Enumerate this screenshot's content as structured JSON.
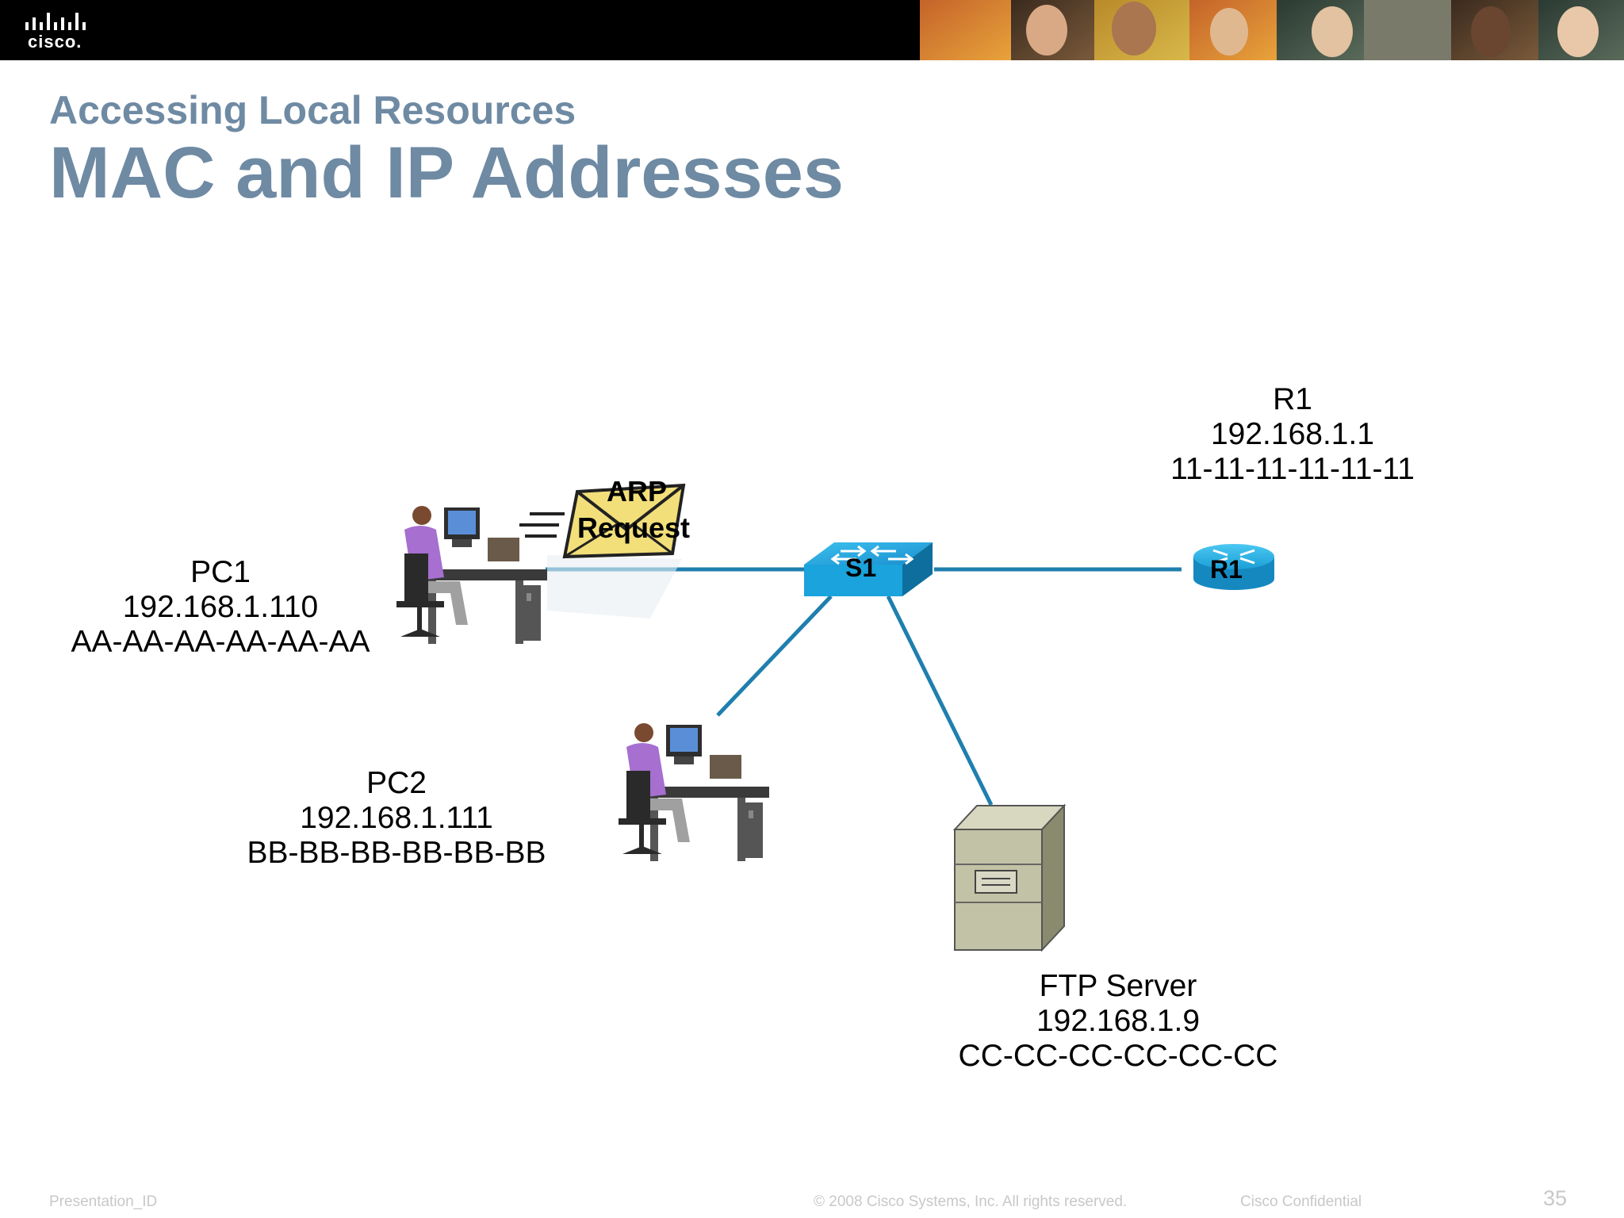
{
  "header": {
    "logo_text": "cisco.",
    "subtitle": "Accessing Local Resources",
    "title": "MAC and IP Addresses"
  },
  "devices": {
    "pc1": {
      "name": "PC1",
      "ip": "192.168.1.110",
      "mac": "AA-AA-AA-AA-AA-AA"
    },
    "pc2": {
      "name": "PC2",
      "ip": "192.168.1.111",
      "mac": "BB-BB-BB-BB-BB-BB"
    },
    "r1": {
      "name": "R1",
      "ip": "192.168.1.1",
      "mac": "11-11-11-11-11-11",
      "icon_label": "R1"
    },
    "s1": {
      "icon_label": "S1"
    },
    "ftp": {
      "name": "FTP Server",
      "ip": "192.168.1.9",
      "mac": "CC-CC-CC-CC-CC-CC"
    }
  },
  "packet": {
    "label_line1": "ARP",
    "label_line2": "Request"
  },
  "colors": {
    "link": "#1f7fae",
    "title": "#6f8aa3",
    "switch": "#1aa3dc",
    "router": "#1a9fd6",
    "envelope": "#f2df7a"
  },
  "footer": {
    "presentation_id": "Presentation_ID",
    "copyright": "© 2008 Cisco Systems, Inc. All rights reserved.",
    "confidential": "Cisco Confidential",
    "page_number": "35"
  }
}
